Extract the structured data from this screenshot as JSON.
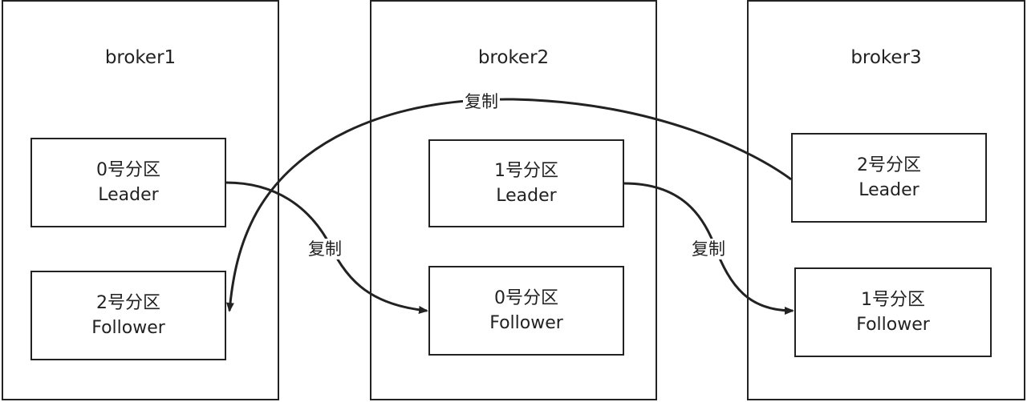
{
  "brokers": [
    {
      "title": "broker1",
      "partitions": [
        {
          "id": "0号分区",
          "role": "Leader"
        },
        {
          "id": "2号分区",
          "role": "Follower"
        }
      ]
    },
    {
      "title": "broker2",
      "partitions": [
        {
          "id": "1号分区",
          "role": "Leader"
        },
        {
          "id": "0号分区",
          "role": "Follower"
        }
      ]
    },
    {
      "title": "broker3",
      "partitions": [
        {
          "id": "2号分区",
          "role": "Leader"
        },
        {
          "id": "1号分区",
          "role": "Follower"
        }
      ]
    }
  ],
  "edges": [
    {
      "from": "broker1 0号分区 Leader",
      "to": "broker2 0号分区 Follower",
      "label": "复制"
    },
    {
      "from": "broker2 1号分区 Leader",
      "to": "broker3 1号分区 Follower",
      "label": "复制"
    },
    {
      "from": "broker3 2号分区 Leader",
      "to": "broker1 2号分区 Follower",
      "label": "复制"
    }
  ]
}
